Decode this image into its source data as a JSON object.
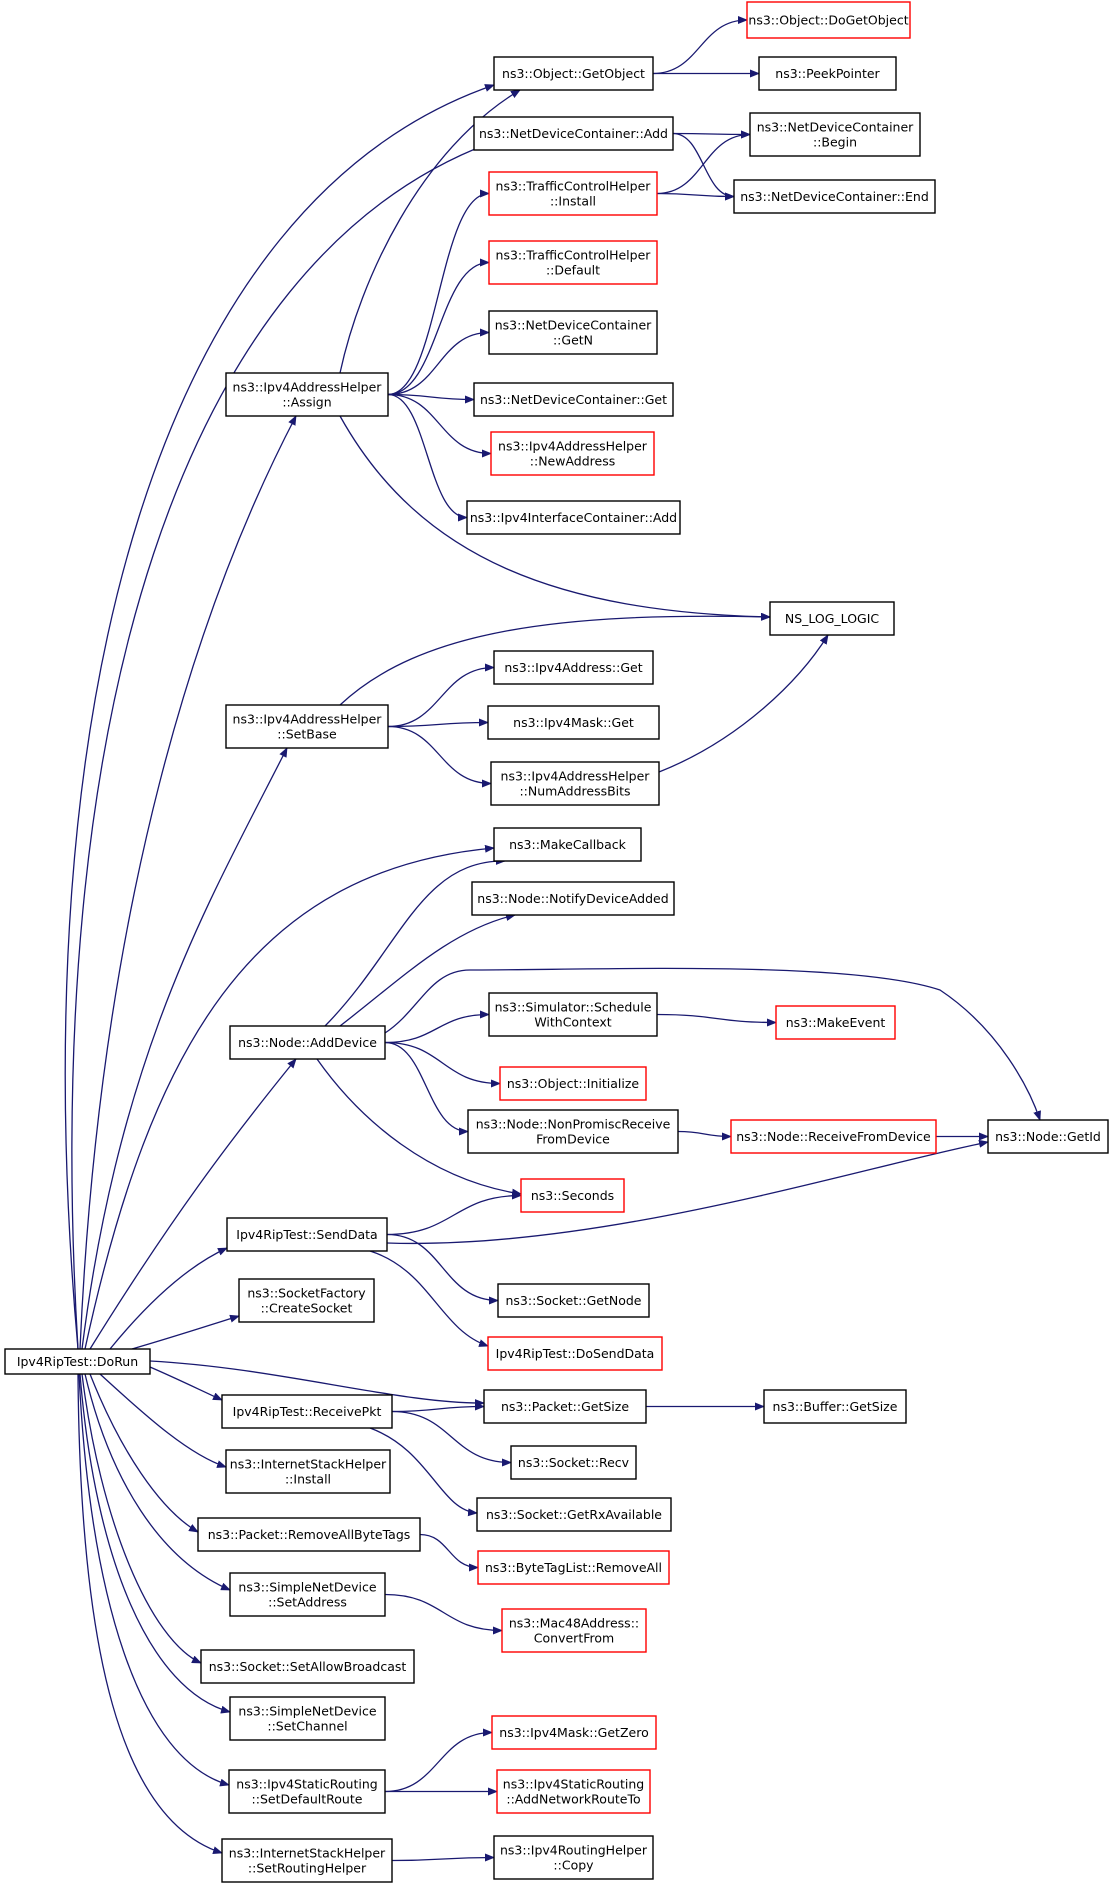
{
  "colors": {
    "edge": "#191970",
    "border_default": "#000000",
    "border_truncated": "#ff0000",
    "root_fill": "#bfbfbf",
    "background": "#ffffff"
  },
  "nodes": [
    {
      "id": "dorun",
      "lines": [
        "Ipv4RipTest::DoRun"
      ],
      "style": "root"
    },
    {
      "id": "getobject",
      "lines": [
        "ns3::Object::GetObject"
      ],
      "style": "normal"
    },
    {
      "id": "dogetobject",
      "lines": [
        "ns3::Object::DoGetObject"
      ],
      "style": "truncated"
    },
    {
      "id": "peekpointer",
      "lines": [
        "ns3::PeekPointer"
      ],
      "style": "normal"
    },
    {
      "id": "ndcadd",
      "lines": [
        "ns3::NetDeviceContainer::Add"
      ],
      "style": "normal"
    },
    {
      "id": "ndcbegin",
      "lines": [
        "ns3::NetDeviceContainer",
        "::Begin"
      ],
      "style": "normal"
    },
    {
      "id": "tchinstall",
      "lines": [
        "ns3::TrafficControlHelper",
        "::Install"
      ],
      "style": "truncated"
    },
    {
      "id": "ndcend",
      "lines": [
        "ns3::NetDeviceContainer::End"
      ],
      "style": "normal"
    },
    {
      "id": "tchdefault",
      "lines": [
        "ns3::TrafficControlHelper",
        "::Default"
      ],
      "style": "truncated"
    },
    {
      "id": "ndcgetn",
      "lines": [
        "ns3::NetDeviceContainer",
        "::GetN"
      ],
      "style": "normal"
    },
    {
      "id": "assign",
      "lines": [
        "ns3::Ipv4AddressHelper",
        "::Assign"
      ],
      "style": "normal"
    },
    {
      "id": "ndcget",
      "lines": [
        "ns3::NetDeviceContainer::Get"
      ],
      "style": "normal"
    },
    {
      "id": "newaddress",
      "lines": [
        "ns3::Ipv4AddressHelper",
        "::NewAddress"
      ],
      "style": "truncated"
    },
    {
      "id": "iicadd",
      "lines": [
        "ns3::Ipv4InterfaceContainer::Add"
      ],
      "style": "normal"
    },
    {
      "id": "nslog",
      "lines": [
        "NS_LOG_LOGIC"
      ],
      "style": "normal"
    },
    {
      "id": "ipv4addrget",
      "lines": [
        "ns3::Ipv4Address::Get"
      ],
      "style": "normal"
    },
    {
      "id": "setbase",
      "lines": [
        "ns3::Ipv4AddressHelper",
        "::SetBase"
      ],
      "style": "normal"
    },
    {
      "id": "maskget",
      "lines": [
        "ns3::Ipv4Mask::Get"
      ],
      "style": "normal"
    },
    {
      "id": "numaddrbits",
      "lines": [
        "ns3::Ipv4AddressHelper",
        "::NumAddressBits"
      ],
      "style": "normal"
    },
    {
      "id": "makecallback",
      "lines": [
        "ns3::MakeCallback"
      ],
      "style": "normal"
    },
    {
      "id": "notifydevadded",
      "lines": [
        "ns3::Node::NotifyDeviceAdded"
      ],
      "style": "normal"
    },
    {
      "id": "schedwctx",
      "lines": [
        "ns3::Simulator::Schedule",
        "WithContext"
      ],
      "style": "normal"
    },
    {
      "id": "makeevent",
      "lines": [
        "ns3::MakeEvent"
      ],
      "style": "truncated"
    },
    {
      "id": "adddevice",
      "lines": [
        "ns3::Node::AddDevice"
      ],
      "style": "normal"
    },
    {
      "id": "objinit",
      "lines": [
        "ns3::Object::Initialize"
      ],
      "style": "truncated"
    },
    {
      "id": "nonpromisc",
      "lines": [
        "ns3::Node::NonPromiscReceive",
        "FromDevice"
      ],
      "style": "normal"
    },
    {
      "id": "recvfromdev",
      "lines": [
        "ns3::Node::ReceiveFromDevice"
      ],
      "style": "truncated"
    },
    {
      "id": "nodegetid",
      "lines": [
        "ns3::Node::GetId"
      ],
      "style": "normal"
    },
    {
      "id": "seconds",
      "lines": [
        "ns3::Seconds"
      ],
      "style": "truncated"
    },
    {
      "id": "senddata",
      "lines": [
        "Ipv4RipTest::SendData"
      ],
      "style": "normal"
    },
    {
      "id": "sockgetnode",
      "lines": [
        "ns3::Socket::GetNode"
      ],
      "style": "normal"
    },
    {
      "id": "createsocket",
      "lines": [
        "ns3::SocketFactory",
        "::CreateSocket"
      ],
      "style": "normal"
    },
    {
      "id": "dosenddata",
      "lines": [
        "Ipv4RipTest::DoSendData"
      ],
      "style": "truncated"
    },
    {
      "id": "receivepkt",
      "lines": [
        "Ipv4RipTest::ReceivePkt"
      ],
      "style": "normal"
    },
    {
      "id": "pktgetsize",
      "lines": [
        "ns3::Packet::GetSize"
      ],
      "style": "normal"
    },
    {
      "id": "bufgetsize",
      "lines": [
        "ns3::Buffer::GetSize"
      ],
      "style": "normal"
    },
    {
      "id": "sockrecv",
      "lines": [
        "ns3::Socket::Recv"
      ],
      "style": "normal"
    },
    {
      "id": "ishinstall",
      "lines": [
        "ns3::InternetStackHelper",
        "::Install"
      ],
      "style": "normal"
    },
    {
      "id": "getrxavail",
      "lines": [
        "ns3::Socket::GetRxAvailable"
      ],
      "style": "normal"
    },
    {
      "id": "removeallbt",
      "lines": [
        "ns3::Packet::RemoveAllByteTags"
      ],
      "style": "normal"
    },
    {
      "id": "btlremoveall",
      "lines": [
        "ns3::ByteTagList::RemoveAll"
      ],
      "style": "truncated"
    },
    {
      "id": "snsetaddress",
      "lines": [
        "ns3::SimpleNetDevice",
        "::SetAddress"
      ],
      "style": "normal"
    },
    {
      "id": "macconvert",
      "lines": [
        "ns3::Mac48Address::",
        "ConvertFrom"
      ],
      "style": "truncated"
    },
    {
      "id": "setallowbc",
      "lines": [
        "ns3::Socket::SetAllowBroadcast"
      ],
      "style": "normal"
    },
    {
      "id": "snsetchannel",
      "lines": [
        "ns3::SimpleNetDevice",
        "::SetChannel"
      ],
      "style": "normal"
    },
    {
      "id": "maskgetzero",
      "lines": [
        "ns3::Ipv4Mask::GetZero"
      ],
      "style": "truncated"
    },
    {
      "id": "setdefroute",
      "lines": [
        "ns3::Ipv4StaticRouting",
        "::SetDefaultRoute"
      ],
      "style": "normal"
    },
    {
      "id": "addnetroute",
      "lines": [
        "ns3::Ipv4StaticRouting",
        "::AddNetworkRouteTo"
      ],
      "style": "truncated"
    },
    {
      "id": "setroutinghelper",
      "lines": [
        "ns3::InternetStackHelper",
        "::SetRoutingHelper"
      ],
      "style": "normal"
    },
    {
      "id": "rhcopy",
      "lines": [
        "ns3::Ipv4RoutingHelper",
        "::Copy"
      ],
      "style": "normal"
    }
  ],
  "edges": [
    [
      "dorun",
      "getobject"
    ],
    [
      "dorun",
      "ndcadd"
    ],
    [
      "dorun",
      "assign"
    ],
    [
      "dorun",
      "setbase"
    ],
    [
      "dorun",
      "makecallback"
    ],
    [
      "dorun",
      "adddevice"
    ],
    [
      "dorun",
      "senddata"
    ],
    [
      "dorun",
      "createsocket"
    ],
    [
      "dorun",
      "pktgetsize"
    ],
    [
      "dorun",
      "receivepkt"
    ],
    [
      "dorun",
      "ishinstall"
    ],
    [
      "dorun",
      "removeallbt"
    ],
    [
      "dorun",
      "snsetaddress"
    ],
    [
      "dorun",
      "setallowbc"
    ],
    [
      "dorun",
      "snsetchannel"
    ],
    [
      "dorun",
      "setdefroute"
    ],
    [
      "dorun",
      "setroutinghelper"
    ],
    [
      "getobject",
      "dogetobject"
    ],
    [
      "getobject",
      "peekpointer"
    ],
    [
      "ndcadd",
      "ndcbegin"
    ],
    [
      "ndcadd",
      "ndcend"
    ],
    [
      "tchinstall",
      "ndcbegin"
    ],
    [
      "tchinstall",
      "ndcend"
    ],
    [
      "assign",
      "getobject"
    ],
    [
      "assign",
      "tchinstall"
    ],
    [
      "assign",
      "tchdefault"
    ],
    [
      "assign",
      "ndcgetn"
    ],
    [
      "assign",
      "ndcget"
    ],
    [
      "assign",
      "newaddress"
    ],
    [
      "assign",
      "iicadd"
    ],
    [
      "assign",
      "nslog"
    ],
    [
      "setbase",
      "nslog"
    ],
    [
      "setbase",
      "ipv4addrget"
    ],
    [
      "setbase",
      "maskget"
    ],
    [
      "setbase",
      "numaddrbits"
    ],
    [
      "numaddrbits",
      "nslog"
    ],
    [
      "adddevice",
      "makecallback"
    ],
    [
      "adddevice",
      "notifydevadded"
    ],
    [
      "adddevice",
      "schedwctx"
    ],
    [
      "adddevice",
      "nodegetid"
    ],
    [
      "adddevice",
      "objinit"
    ],
    [
      "adddevice",
      "nonpromisc"
    ],
    [
      "adddevice",
      "seconds"
    ],
    [
      "schedwctx",
      "makeevent"
    ],
    [
      "nonpromisc",
      "recvfromdev"
    ],
    [
      "recvfromdev",
      "nodegetid"
    ],
    [
      "senddata",
      "seconds"
    ],
    [
      "senddata",
      "nodegetid"
    ],
    [
      "senddata",
      "sockgetnode"
    ],
    [
      "senddata",
      "dosenddata"
    ],
    [
      "receivepkt",
      "pktgetsize"
    ],
    [
      "receivepkt",
      "sockrecv"
    ],
    [
      "receivepkt",
      "getrxavail"
    ],
    [
      "pktgetsize",
      "bufgetsize"
    ],
    [
      "removeallbt",
      "btlremoveall"
    ],
    [
      "snsetaddress",
      "macconvert"
    ],
    [
      "setdefroute",
      "maskgetzero"
    ],
    [
      "setdefroute",
      "addnetroute"
    ],
    [
      "setroutinghelper",
      "rhcopy"
    ]
  ]
}
